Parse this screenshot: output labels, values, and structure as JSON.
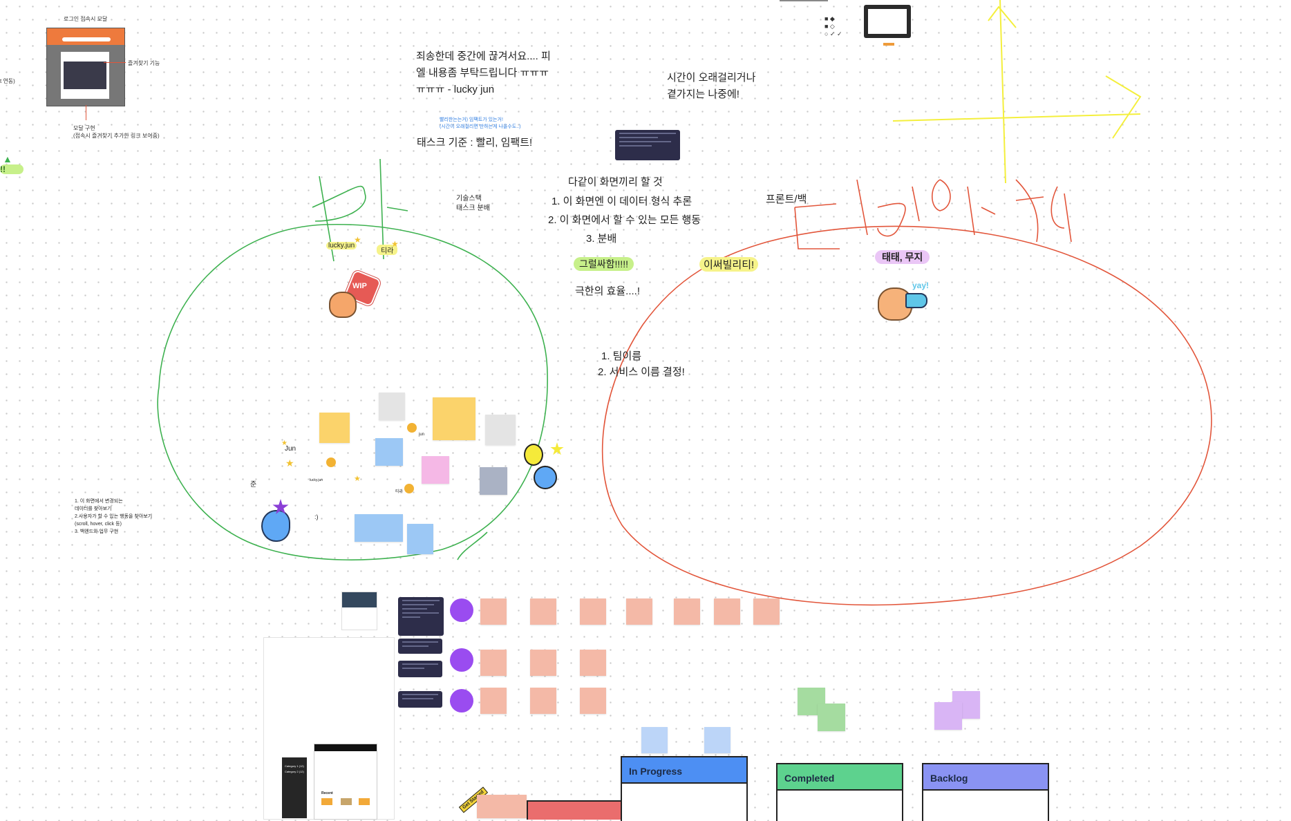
{
  "modal_section": {
    "title": "로그인 접속시 모달",
    "bookmark_label": "즐겨찾기 기능",
    "impl_label_line1": "모달 구현",
    "impl_label_line2": "(접속시 즐겨찾기 추가한 링크 보여줌)",
    "cut_text": "t 연동)"
  },
  "top_texts": {
    "apology_line1": "죄송한데 중간에 끊겨서요.... 피",
    "apology_line2": "엘 내용좀 부탁드립니다 ㅠㅠㅠ",
    "apology_line3": "ㅠㅠㅠ - lucky jun",
    "blue_line1": "빨리한는는거) 임팩트가 있는거!",
    "blue_line2": "(시간이 오래걸리면 만하는게 나을수도..)",
    "task_criteria": "태스크 기준 : 빨리, 임팩트!",
    "later_line1": "시간이 오래걸리거나",
    "later_line2": "곁가지는 나중에!",
    "tech_stack": "기술스택",
    "task_split": "태스크 분배",
    "together_title": "다같이 화면끼리 할 것",
    "together_item1": "1. 이 화면엔 이 데이터 형식 추론",
    "together_item2": "2. 이 화면에서 할 수 있는 모든 행동",
    "together_item3": "3. 분배",
    "front_back": "프론트/백",
    "plausible": "그럴싸함!!!!!",
    "usability": "이써빌리티!",
    "efficiency": "극한의 효율....!",
    "team_name": "1. 팀이름",
    "service_name": "2. 서비스 이름 결정!"
  },
  "pl_circle": {
    "lucky_jun": "lucky.jun",
    "tira": "티라",
    "wip": "WIP",
    "jun": "Jun",
    "jun_kr": "준",
    "small_jun": "jun",
    "lucky_jun_small": "lucky.jun",
    "tira_small": "티라",
    "smile": ":)"
  },
  "designer": {
    "names": "태태, 무지",
    "yay": "yay!"
  },
  "left_list": {
    "line1": "1. 이 화면에서 변경되는",
    "line2": "데이터를 찾아보기",
    "line3": "2.사용자가 할 수 있는 행동을 찾아보기",
    "line4": "(scroll, hover, click 등)",
    "line5": "3. 백엔드와 업무 구현"
  },
  "kanban": {
    "in_progress": "In Progress",
    "completed": "Completed",
    "backlog": "Backlog"
  },
  "misc": {
    "get_started": "Get Started",
    "left_green_cut": "!!",
    "mock_category1": "Category 1 (12)",
    "mock_category2": "Category 2 (12)",
    "mock_recent": "Recent"
  },
  "colors": {
    "green_line": "#3db14f",
    "red_line": "#e2553a",
    "yellow_line": "#f4ef3c",
    "in_progress": "#4d8ff3",
    "completed": "#5dd28e",
    "backlog": "#8a93f3"
  }
}
